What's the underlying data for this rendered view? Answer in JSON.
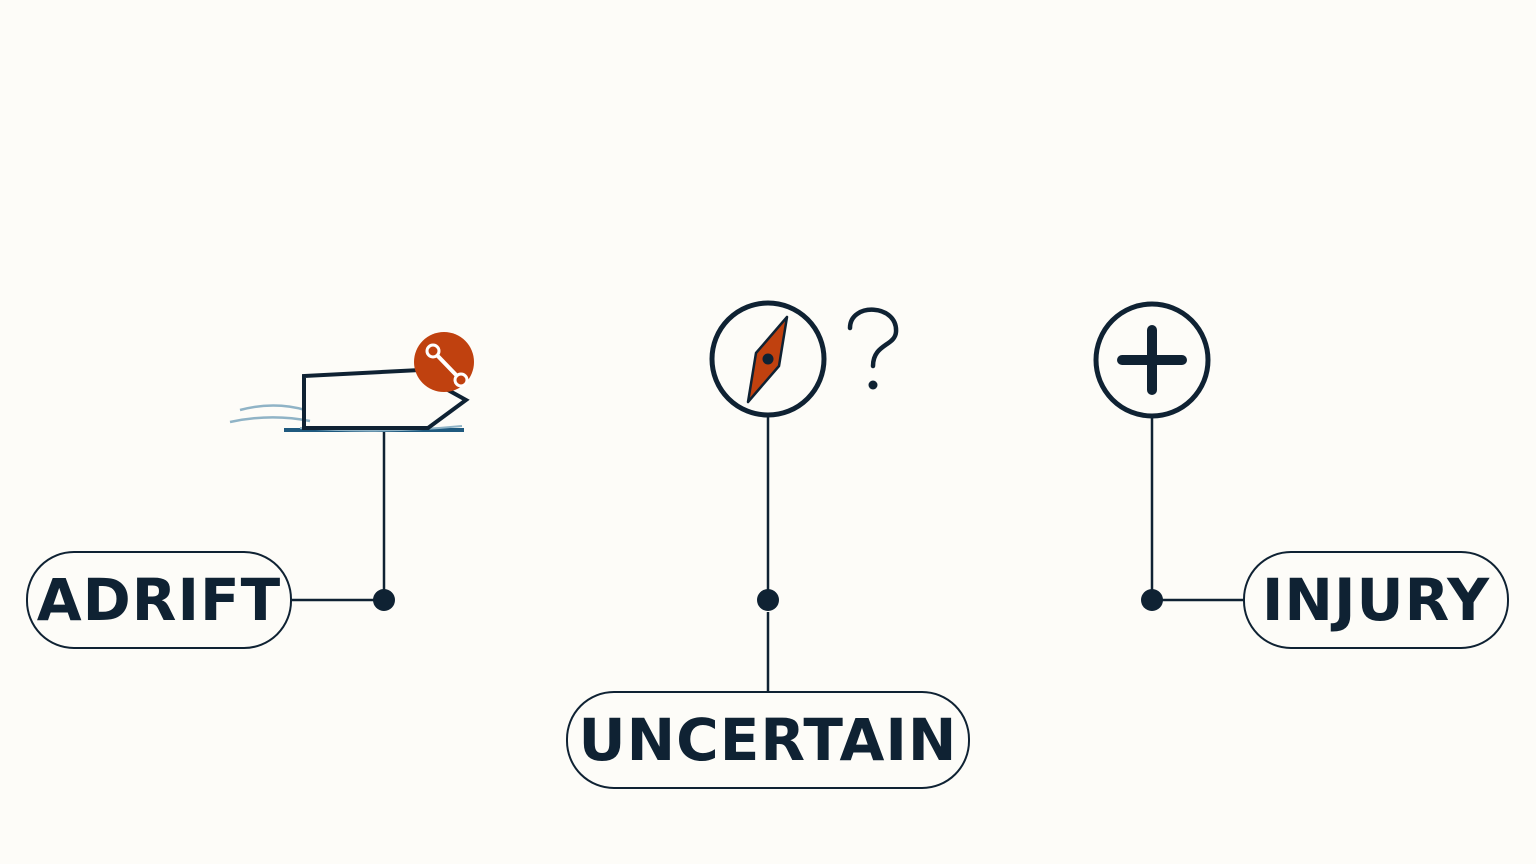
{
  "labels": {
    "adrift": "ADRIFT",
    "uncertain": "UNCERTAIN",
    "injury": "INJURY"
  },
  "icons": {
    "adrift": "drifting-boat-broken-tiller-icon",
    "uncertain": "compass-question-icon",
    "injury": "medical-cross-icon"
  },
  "colors": {
    "ink": "#0f2233",
    "accent": "#c0410f",
    "water": "#8fb3c6",
    "background": "#fdfcf8"
  }
}
